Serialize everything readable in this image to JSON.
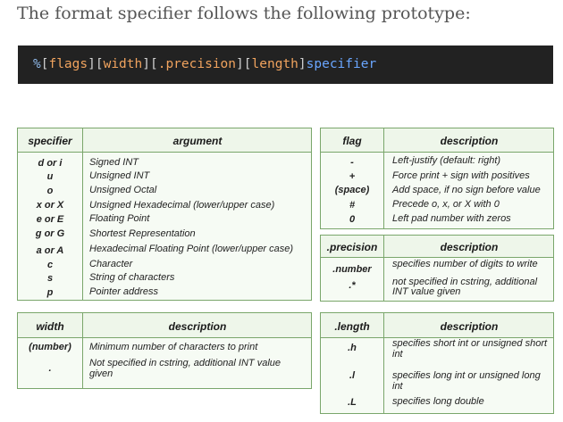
{
  "intro_text": "The format specifier follows the following prototype:",
  "prototype": {
    "percent": "%",
    "parts": [
      {
        "open": "[",
        "name": "flags",
        "close": "]"
      },
      {
        "open": "[",
        "name": "width",
        "close": "]"
      },
      {
        "open": "[",
        "name": ".precision",
        "close": "]"
      },
      {
        "open": "[",
        "name": "length",
        "close": "]"
      }
    ],
    "specifier": "specifier"
  },
  "specifier_table": {
    "headers": {
      "key": "specifier",
      "value": "argument"
    },
    "rows": [
      {
        "key": "d or i",
        "value": "Signed INT"
      },
      {
        "key": "u",
        "value": "Unsigned INT"
      },
      {
        "key": "o",
        "value": "Unsigned Octal"
      },
      {
        "key": "x or X",
        "value": "Unsigned Hexadecimal (lower/upper case)"
      },
      {
        "key": "e or E",
        "value": "Floating Point"
      },
      {
        "key": "g or G",
        "value": "Shortest Representation"
      },
      {
        "key": "a or A",
        "value": "Hexadecimal Floating Point (lower/upper case)"
      },
      {
        "key": "c",
        "value": "Character"
      },
      {
        "key": "s",
        "value": "String of characters"
      },
      {
        "key": "p",
        "value": "Pointer address"
      }
    ]
  },
  "flag_table": {
    "headers": {
      "key": "flag",
      "value": "description"
    },
    "rows": [
      {
        "key": "-",
        "value": "Left-justify (default: right)"
      },
      {
        "key": "+",
        "value": "Force print + sign with positives"
      },
      {
        "key": "(space)",
        "value": "Add space, if no sign before value"
      },
      {
        "key": "#",
        "value": "Precede o, x, or X with 0"
      },
      {
        "key": "0",
        "value": "Left pad number with zeros"
      }
    ]
  },
  "precision_table": {
    "headers": {
      "key": ".precision",
      "value": "description"
    },
    "rows": [
      {
        "key": ".number",
        "value": "specifies number of digits to write"
      },
      {
        "key": ".*",
        "value": "not specified in cstring, additional INT value given"
      }
    ]
  },
  "width_table": {
    "headers": {
      "key": "width",
      "value": "description"
    },
    "rows": [
      {
        "key": "(number)",
        "value": "Minimum number of characters to print"
      },
      {
        "key": ".",
        "value": "Not specified in cstring, additional INT value given"
      }
    ]
  },
  "length_table": {
    "headers": {
      "key": ".length",
      "value": "description"
    },
    "rows": [
      {
        "key": ".h",
        "value": "specifies short int or unsigned short int"
      },
      {
        "key": ".l",
        "value": "specifies long int or unsigned long int"
      },
      {
        "key": ".L",
        "value": "specifies long double"
      }
    ]
  }
}
